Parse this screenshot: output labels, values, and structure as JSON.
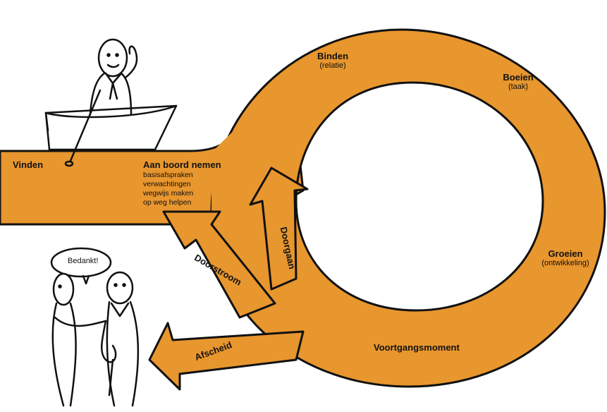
{
  "stages": {
    "vinden": "Vinden",
    "aan_boord": {
      "title": "Aan boord nemen",
      "steps": [
        "basisafspraken",
        "verwachtingen",
        "wegwijs maken",
        "op weg helpen"
      ]
    },
    "binden": {
      "title": "Binden",
      "sub": "(relatie)"
    },
    "boeien": {
      "title": "Boeien",
      "sub": "(taak)"
    },
    "groeien": {
      "title": "Groeien",
      "sub": "(ontwikkeling)"
    },
    "voortgangsmoment": "Voortgangsmoment",
    "doorgaan": "Doorgaan",
    "doorstroom": "Doorstroom",
    "afscheid": "Afscheid"
  },
  "speech_bubble": "Bedankt!",
  "colors": {
    "track": "#E8962E",
    "outline": "#111111"
  }
}
